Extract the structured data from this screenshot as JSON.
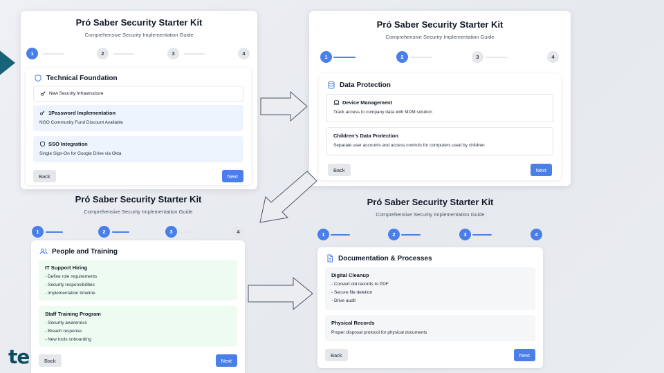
{
  "app": {
    "title": "Pró Saber Security Starter Kit",
    "subtitle": "Comprehensive Security Implementation Guide",
    "steps": [
      "1",
      "2",
      "3",
      "4"
    ],
    "back_label": "Back",
    "next_label": "Next",
    "logo_fragment": "te"
  },
  "colors": {
    "accent": "#4a7fe8",
    "brand_teal": "#17637a",
    "inactive": "#e5e7eb"
  },
  "panel1": {
    "active_step": 1,
    "section": {
      "icon": "shield-icon",
      "heading": "Technical Foundation",
      "items": [
        {
          "icon": "key-icon",
          "title": "New Security Infrastructure"
        },
        {
          "icon": "key-icon",
          "title": "1Password Implementation",
          "desc": "NGO Community Fund Discount Available"
        },
        {
          "icon": "shield-icon",
          "title": "SSO Integration",
          "desc": "Single Sign-On for Google Drive via Okta"
        }
      ]
    }
  },
  "panel2": {
    "active_step": 2,
    "section": {
      "icon": "database-icon",
      "heading": "Data Protection",
      "items": [
        {
          "icon": "laptop-icon",
          "title": "Device Management",
          "desc": "Track access to company data with MDM solution"
        },
        {
          "title": "Children's Data Protection",
          "desc": "Separate user accounts and access controls for computers used by children"
        }
      ]
    }
  },
  "panel3": {
    "active_step": 3,
    "section": {
      "icon": "users-icon",
      "heading": "People and Training",
      "items": [
        {
          "title": "IT Support Hiring",
          "bullets": [
            "Define role requirements",
            "Security responsibilities",
            "Implementation timeline"
          ]
        },
        {
          "title": "Staff Training Program",
          "bullets": [
            "Security awareness",
            "Breach response",
            "New tools onboarding"
          ]
        }
      ]
    }
  },
  "panel4": {
    "active_step": 4,
    "section": {
      "icon": "document-icon",
      "heading": "Documentation & Processes",
      "items": [
        {
          "title": "Digital Cleanup",
          "bullets": [
            "Convert old records to PDF",
            "Secure file deletion",
            "Drive audit"
          ]
        },
        {
          "title": "Physical Records",
          "desc": "Proper disposal protocol for physical documents"
        }
      ]
    }
  }
}
